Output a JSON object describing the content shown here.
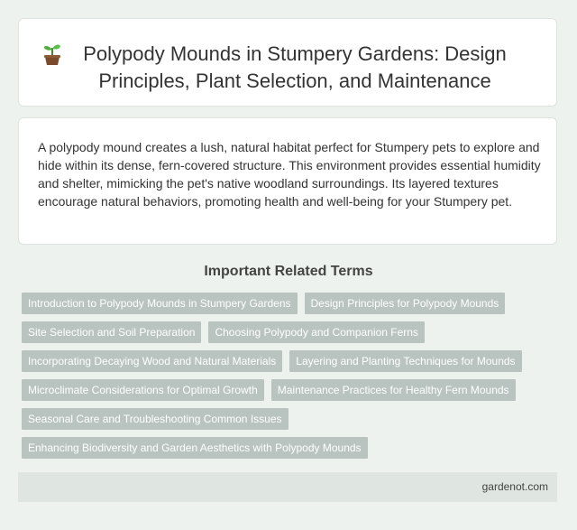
{
  "header": {
    "icon": "seedling-icon",
    "title": "Polypody Mounds in Stumpery Gardens: Design Principles, Plant Selection, and Maintenance"
  },
  "description": {
    "text": "A polypody mound creates a lush, natural habitat perfect for Stumpery pets to explore and hide within its dense, fern-covered structure. This environment provides essential humidity and shelter, mimicking the pet's native woodland surroundings. Its layered textures encourage natural behaviors, promoting health and well-being for your Stumpery pet."
  },
  "terms": {
    "heading": "Important Related Terms",
    "items": [
      "Introduction to Polypody Mounds in Stumpery Gardens",
      "Design Principles for Polypody Mounds",
      "Site Selection and Soil Preparation",
      "Choosing Polypody and Companion Ferns",
      "Incorporating Decaying Wood and Natural Materials",
      "Layering and Planting Techniques for Mounds",
      "Microclimate Considerations for Optimal Growth",
      "Maintenance Practices for Healthy Fern Mounds",
      "Seasonal Care and Troubleshooting Common Issues",
      "Enhancing Biodiversity and Garden Aesthetics with Polypody Mounds"
    ]
  },
  "footer": {
    "site": "gardenot.com"
  },
  "colors": {
    "background": "#eef2ef",
    "tag": "#b9c4c1",
    "footer": "#dfe5e1"
  }
}
